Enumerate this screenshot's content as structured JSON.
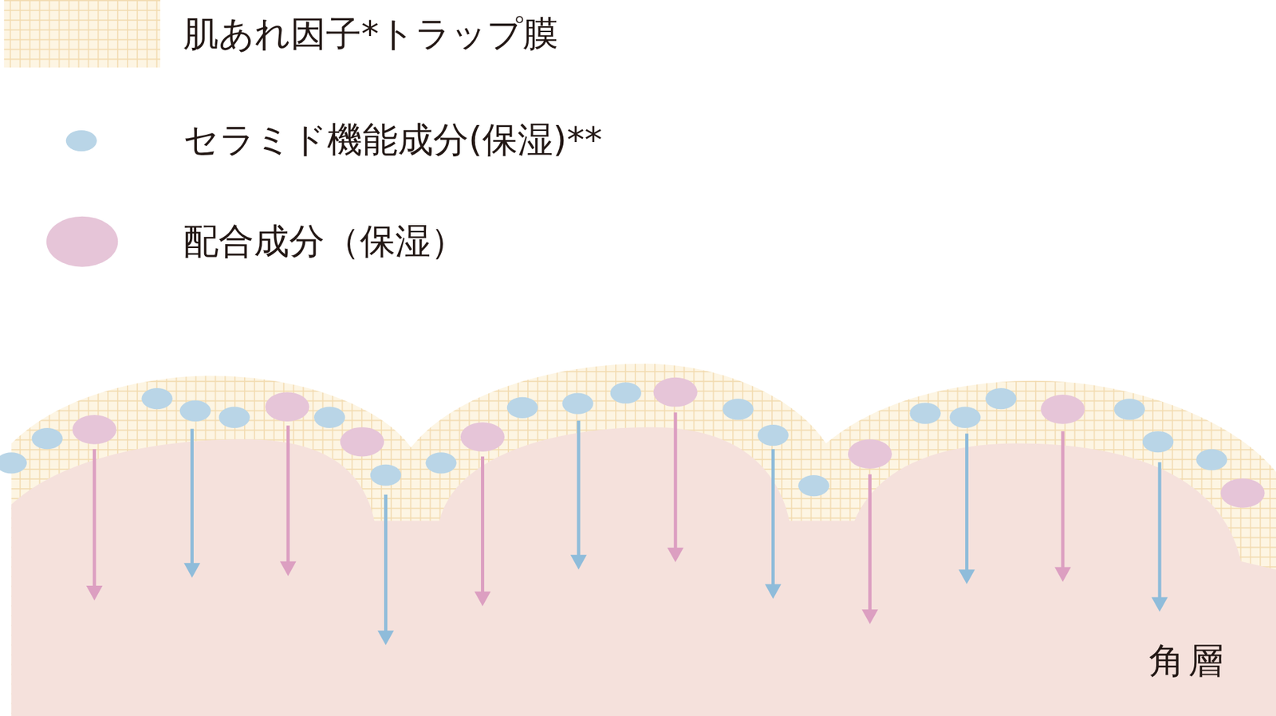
{
  "diagram": {
    "labels": [
      "角層"
    ],
    "legend": [
      {
        "text": "肌あれ因子*トラップ膜"
      },
      {
        "text": "セラミド機能成分(保湿)**",
        "color": "#b9d5e7"
      },
      {
        "text": "配合成分（保湿）",
        "color": "#e6c5d8"
      }
    ]
  }
}
